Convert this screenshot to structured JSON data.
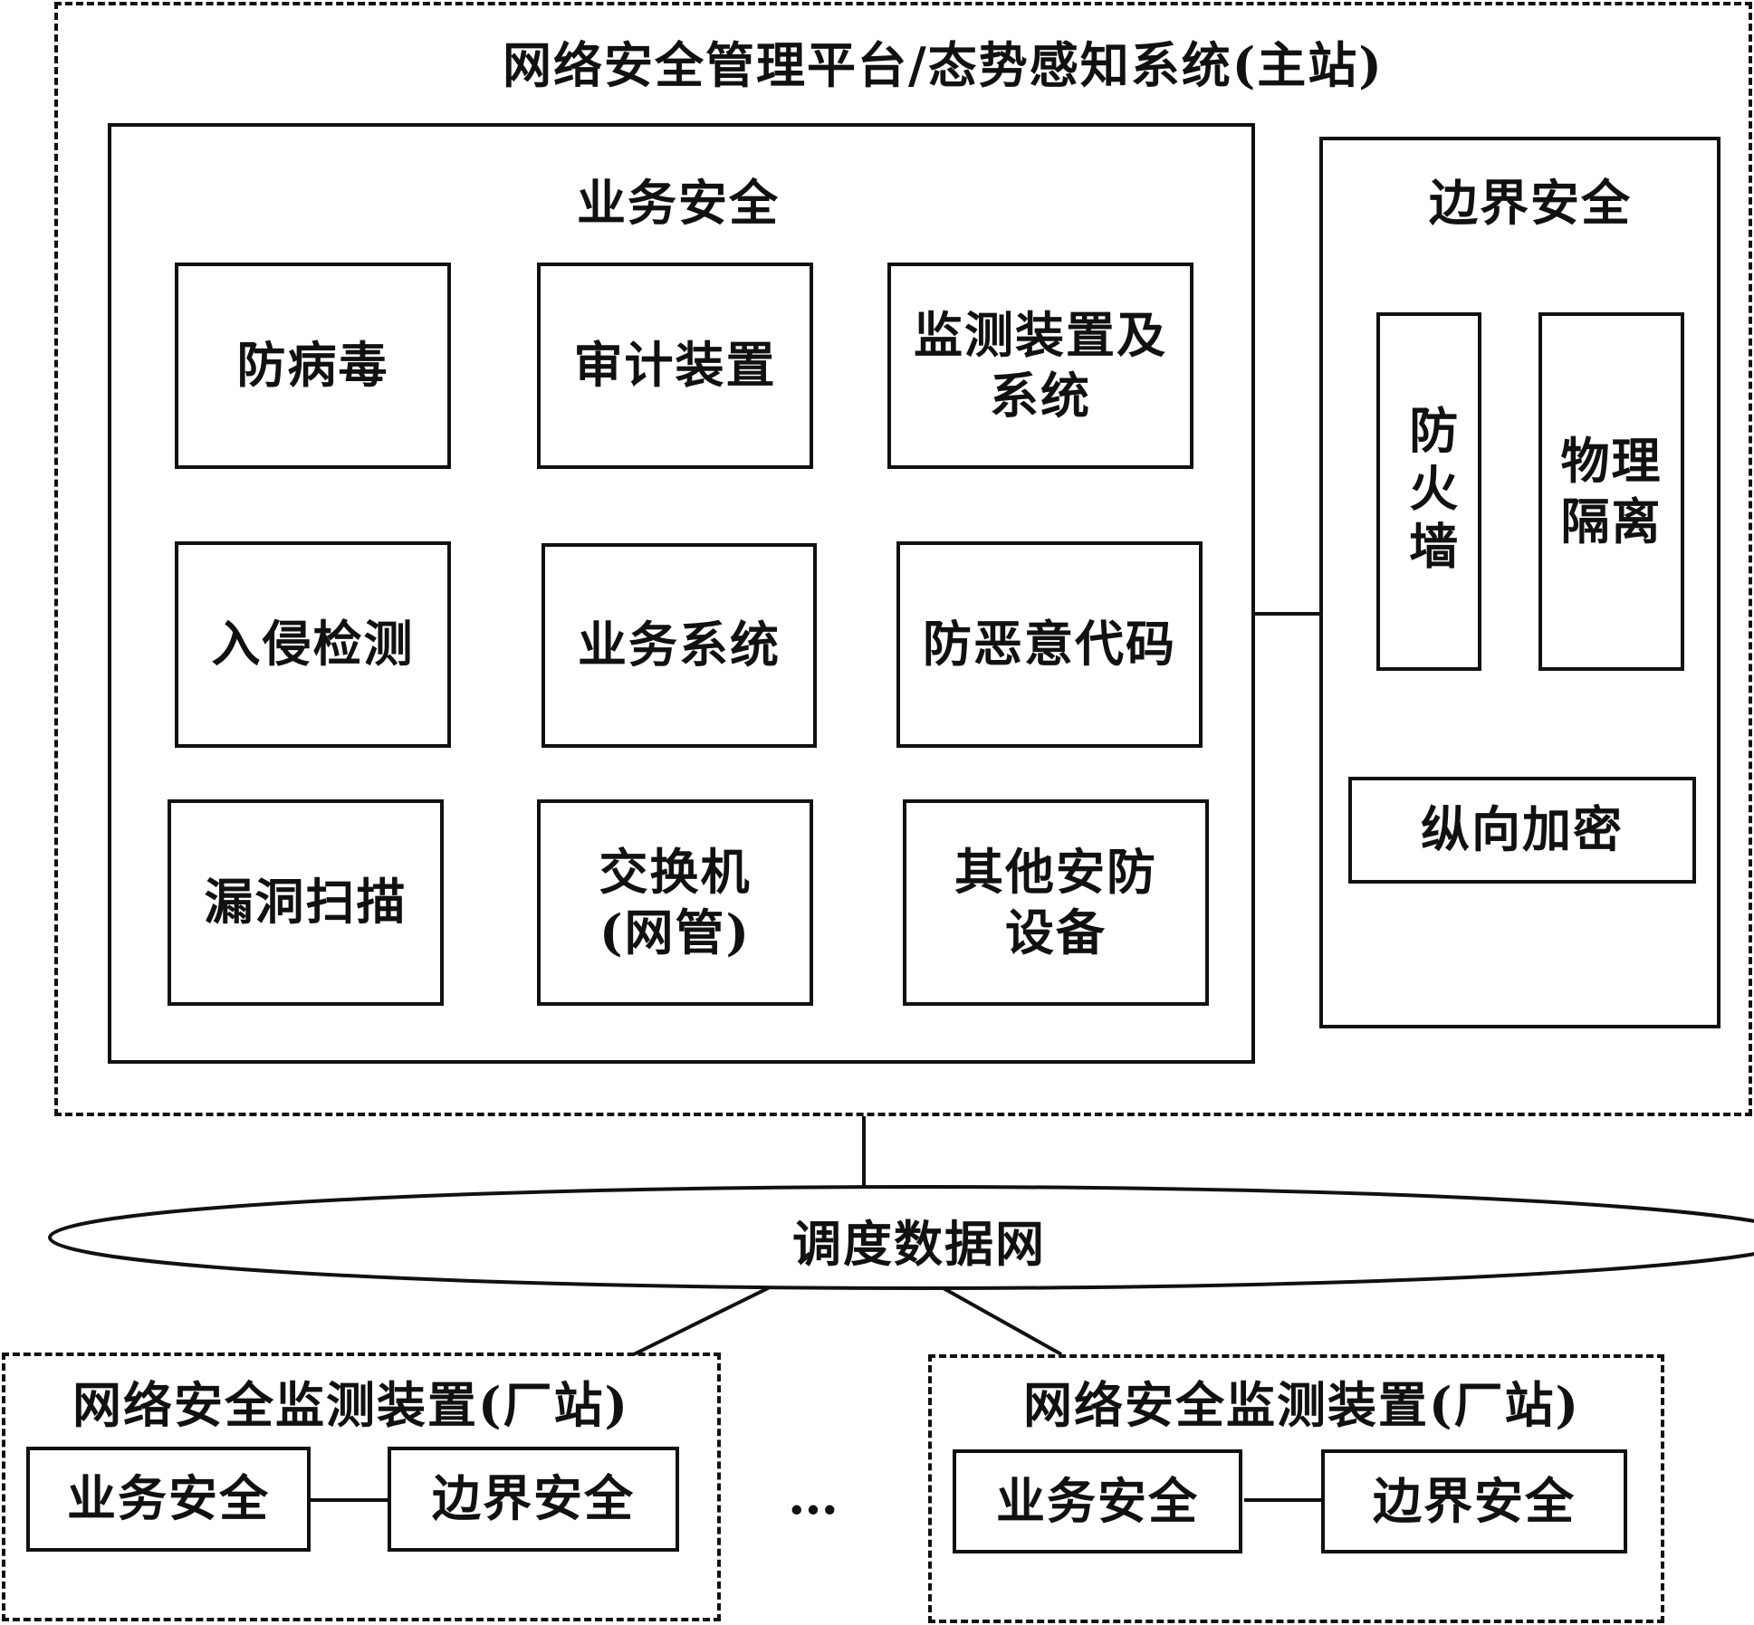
{
  "master": {
    "title": "网络安全管理平台/态势感知系统(主站)",
    "business_security": {
      "title": "业务安全",
      "center": "业务系统",
      "nodes": {
        "antivirus": "防病毒",
        "audit": "审计装置",
        "monitor": "监测装置及系统",
        "ids": "入侵检测",
        "antimalware": "防恶意代码",
        "vulnscan": "漏洞扫描",
        "switch": "交换机(网管)",
        "other": "其他安防设备"
      }
    },
    "boundary_security": {
      "title": "边界安全",
      "firewall": "防火墙",
      "isolation": "物理隔离",
      "encryption": "纵向加密"
    }
  },
  "network": {
    "label": "调度数据网"
  },
  "stations": [
    {
      "title": "网络安全监测装置(厂站)",
      "left": "业务安全",
      "right": "边界安全"
    },
    {
      "title": "网络安全监测装置(厂站)",
      "left": "业务安全",
      "right": "边界安全"
    }
  ],
  "ellipsis": "…"
}
